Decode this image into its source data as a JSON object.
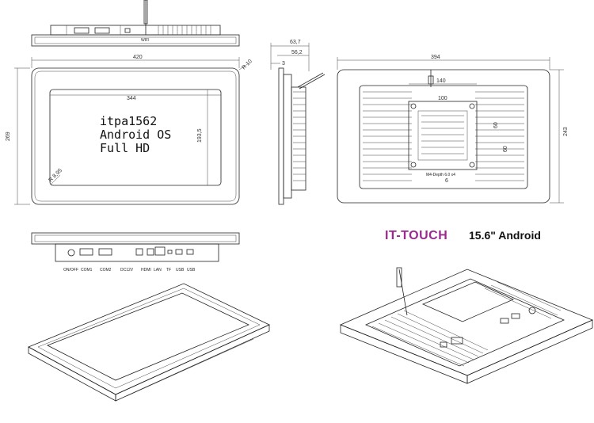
{
  "top_view": {
    "wifi_label": "WIFI"
  },
  "front_view": {
    "overall_width": "420",
    "overall_height": "269",
    "corner_radius": "R 10",
    "screen_width": "344",
    "screen_height": "193,5",
    "inner_radius": "R 8,95",
    "spec_lines": [
      "itpa1562",
      "Android OS",
      "Full HD"
    ]
  },
  "side_view": {
    "depth_total": "63,7",
    "depth_body": "56,2",
    "bezel": "3"
  },
  "back_view": {
    "width": "394",
    "height": "243",
    "mount_span": "140",
    "vesa_width": "100",
    "vesa_h1": "60",
    "vesa_h2": "60",
    "screw_note": "M4-Depth 6.0 x4",
    "hole": "6"
  },
  "bottom_view": {
    "ports": [
      "ON/OFF",
      "COM1",
      "COM2",
      "DC12V",
      "HDMI",
      "LAN",
      "TF",
      "USB",
      "USB"
    ]
  },
  "branding": {
    "logo": "IT-TOUCH",
    "model": "15.6\" Android"
  }
}
